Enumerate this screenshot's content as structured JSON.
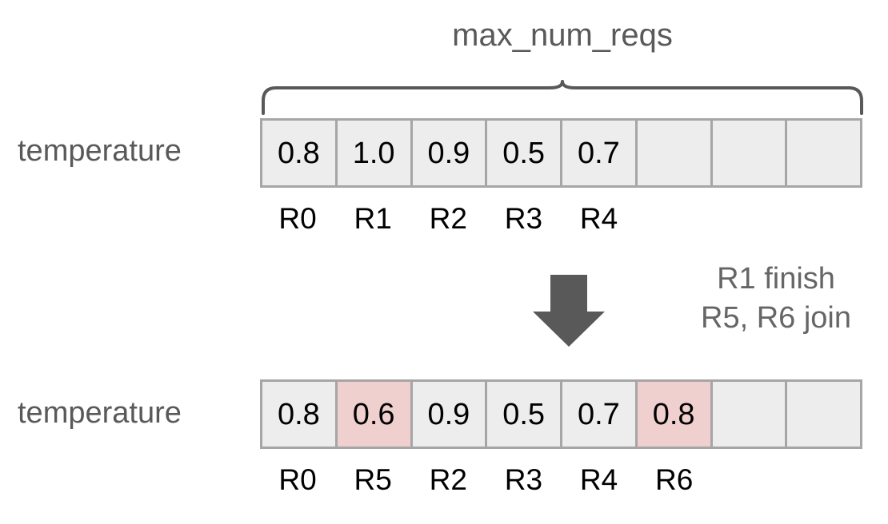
{
  "diagram": {
    "title": "max_num_reqs",
    "brace_label": "max_num_reqs",
    "colors": {
      "cell_fill": "#ededed",
      "cell_border": "#a6a6a6",
      "highlight_fill": "#f0cfcf",
      "text_gray": "#595959",
      "arrow_gray": "#595959",
      "value_text": "#000000"
    },
    "rows": [
      {
        "label": "temperature",
        "cells": [
          {
            "value": "0.8",
            "highlight": false,
            "empty": false
          },
          {
            "value": "1.0",
            "highlight": false,
            "empty": false
          },
          {
            "value": "0.9",
            "highlight": false,
            "empty": false
          },
          {
            "value": "0.5",
            "highlight": false,
            "empty": false
          },
          {
            "value": "0.7",
            "highlight": false,
            "empty": false
          },
          {
            "value": "",
            "highlight": false,
            "empty": true
          },
          {
            "value": "",
            "highlight": false,
            "empty": true
          },
          {
            "value": "",
            "highlight": false,
            "empty": true
          }
        ],
        "ticks": [
          "R0",
          "R1",
          "R2",
          "R3",
          "R4",
          "",
          "",
          ""
        ]
      },
      {
        "label": "temperature",
        "cells": [
          {
            "value": "0.8",
            "highlight": false,
            "empty": false
          },
          {
            "value": "0.6",
            "highlight": true,
            "empty": false
          },
          {
            "value": "0.9",
            "highlight": false,
            "empty": false
          },
          {
            "value": "0.5",
            "highlight": false,
            "empty": false
          },
          {
            "value": "0.7",
            "highlight": false,
            "empty": false
          },
          {
            "value": "0.8",
            "highlight": true,
            "empty": false
          },
          {
            "value": "",
            "highlight": false,
            "empty": true
          },
          {
            "value": "",
            "highlight": false,
            "empty": true
          }
        ],
        "ticks": [
          "R0",
          "R5",
          "R2",
          "R3",
          "R4",
          "R6",
          "",
          ""
        ]
      }
    ],
    "transition": {
      "icon": "down-arrow-icon",
      "line1": "R1 finish",
      "line2": "R5, R6 join"
    }
  }
}
